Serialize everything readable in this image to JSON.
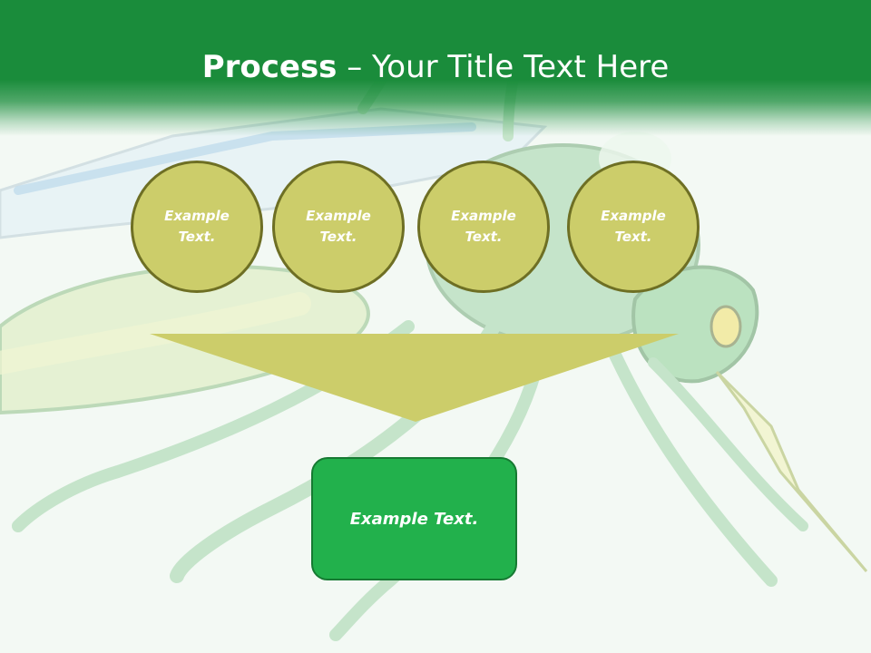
{
  "header": {
    "title_bold": "Process",
    "title_rest": " – Your Title Text Here"
  },
  "process": {
    "circles": [
      {
        "label": "Example Text."
      },
      {
        "label": "Example Text."
      },
      {
        "label": "Example Text."
      },
      {
        "label": "Example Text."
      }
    ],
    "result_label": "Example Text."
  },
  "colors": {
    "header": "#1a8c3b",
    "circle_fill": "#cccd6a",
    "circle_border": "#6e6f24",
    "funnel": "#cccd6a",
    "result_box": "#22b14c"
  }
}
